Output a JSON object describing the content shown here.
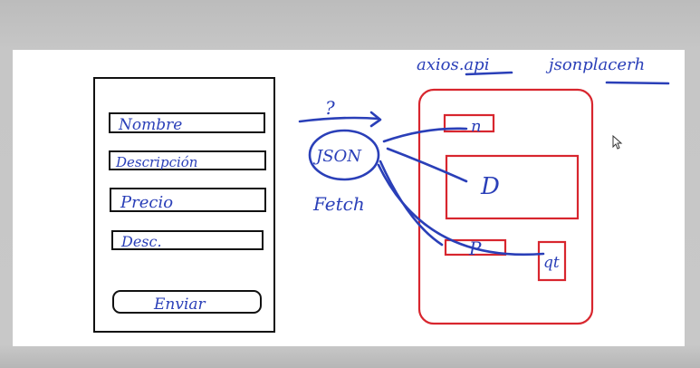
{
  "form": {
    "fields": [
      {
        "label": "Nombre"
      },
      {
        "label": "Descripción"
      },
      {
        "label": "Precio"
      },
      {
        "label": "Desc."
      }
    ],
    "submit_label": "Enviar"
  },
  "notes": {
    "question_mark": "?",
    "json": "JSON",
    "fetch": "Fetch",
    "top_left": "axios.api",
    "top_right": "jsonplacerh"
  },
  "card": {
    "slot_n": "n",
    "slot_d": "D",
    "slot_p": "P",
    "slot_q": "qt"
  },
  "colors": {
    "ink": "#2a3fb8",
    "card_outline": "#d8262e",
    "form_outline": "#111111"
  }
}
